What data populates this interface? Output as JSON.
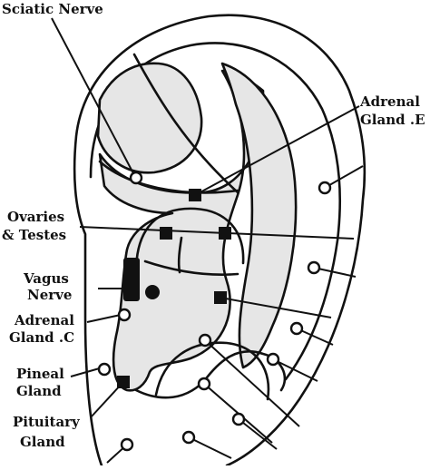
{
  "labels": {
    "sciatic_nerve": "Sciatic Nerve",
    "adrenal_gland_e_line1": "Adrenal",
    "adrenal_gland_e_line2": "Gland .E",
    "ovaries_testes_line1": "Ovaries",
    "ovaries_testes_line2": "& Testes",
    "vagus_nerve_line1": "Vagus",
    "vagus_nerve_line2": "Nerve",
    "adrenal_gland_c_line1": "Adrenal",
    "adrenal_gland_c_line2": "Gland .C",
    "pineal_gland_line1": "Pineal",
    "pineal_gland_line2": "Gland",
    "pituitary_gland_line1": "Pituitary",
    "pituitary_gland_line2": "Gland"
  },
  "colors": {
    "ink": "#111111",
    "shade": "#e6e6e6",
    "background": "#ffffff"
  },
  "markers": {
    "filled_square": "labelled point",
    "open_circle": "point",
    "filled_circle": "vagus point"
  }
}
